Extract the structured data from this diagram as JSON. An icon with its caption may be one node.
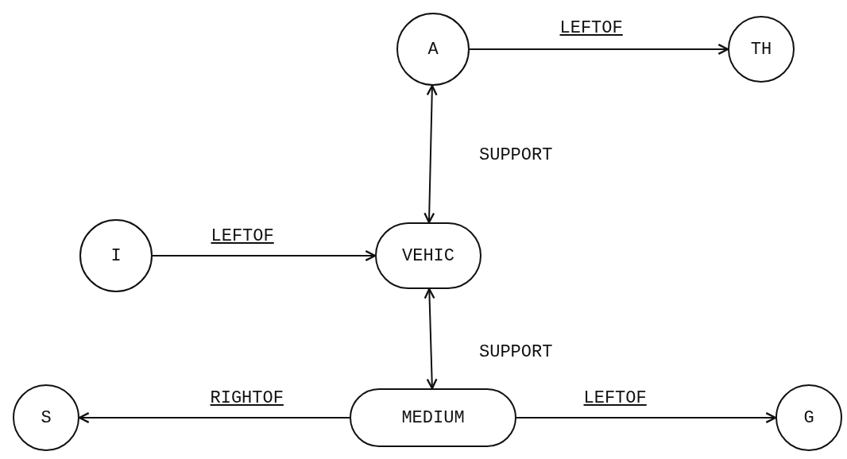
{
  "diagram": {
    "nodes": [
      {
        "text": [
          "A"
        ]
      },
      {
        "text": [
          "TH"
        ]
      },
      {
        "text": [
          "I"
        ]
      },
      {
        "text": [
          "VEHIC"
        ]
      },
      {
        "text": [
          "S"
        ]
      },
      {
        "text": [
          "MEDIUM"
        ]
      },
      {
        "text": [
          "G"
        ]
      }
    ],
    "edges": [
      {
        "from": 0,
        "to": 1,
        "arrow": "to",
        "label": "LEFTOF"
      },
      {
        "from": 0,
        "to": 3,
        "arrow": "both",
        "label": "SUPPORT"
      },
      {
        "from": 2,
        "to": 3,
        "arrow": "to",
        "label": "LEFTOF"
      },
      {
        "from": 3,
        "to": 5,
        "arrow": "both",
        "label": "SUPPORT"
      },
      {
        "from": 5,
        "to": 4,
        "arrow": "to",
        "label": "RIGHTOF"
      },
      {
        "from": 5,
        "to": 6,
        "arrow": "to",
        "label": "LEFTOF"
      }
    ]
  }
}
